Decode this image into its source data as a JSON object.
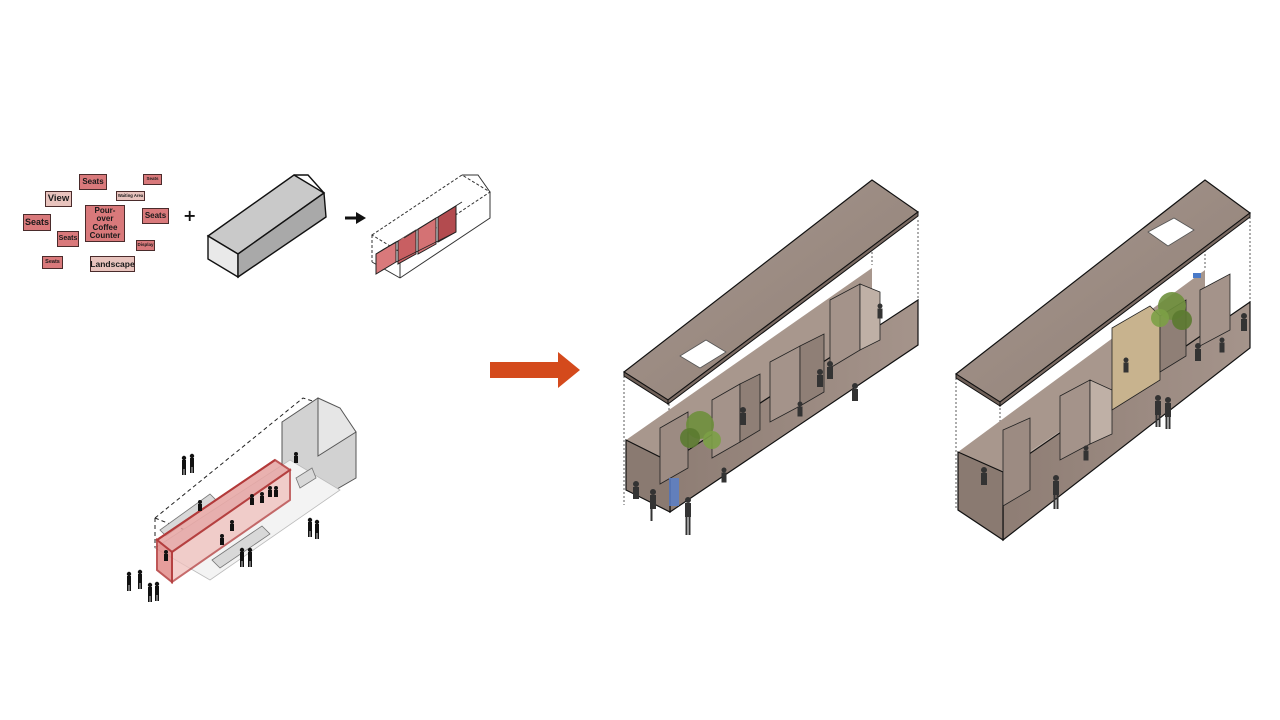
{
  "program_tags": [
    {
      "id": "seats-1",
      "text": "Seats",
      "color": "#d9797b"
    },
    {
      "id": "seats-2",
      "text": "Seats",
      "color": "#d9797b"
    },
    {
      "id": "view",
      "text": "View",
      "color": "#e8c3bd"
    },
    {
      "id": "waiting-area",
      "text": "Waiting Area",
      "color": "#e8c3bd"
    },
    {
      "id": "seats-3",
      "text": "Seats",
      "color": "#d9797b"
    },
    {
      "id": "pour-over",
      "text": "Pour-over Coffee Counter",
      "color": "#d9797b"
    },
    {
      "id": "seats-4",
      "text": "Seats",
      "color": "#d9797b"
    },
    {
      "id": "seats-5",
      "text": "Seats",
      "color": "#d9797b"
    },
    {
      "id": "display",
      "text": "Display",
      "color": "#d9797b"
    },
    {
      "id": "seats-6",
      "text": "Seats",
      "color": "#d9797b"
    },
    {
      "id": "landscape",
      "text": "Landscape",
      "color": "#e8c3bd"
    }
  ],
  "symbols": {
    "plus": "+"
  },
  "icons": {
    "right-arrow": "arrow-right-icon",
    "big-arrow": "arrow-right-icon"
  },
  "colors": {
    "accent_arrow": "#d44a1c",
    "highlight_red": "#b33a3a",
    "concrete": "#9c8a80",
    "concrete_light": "#b8a69b",
    "concrete_dark": "#7d6c63",
    "gray_volume": "#cfcfcf",
    "plant_green": "#6e8f3c"
  }
}
